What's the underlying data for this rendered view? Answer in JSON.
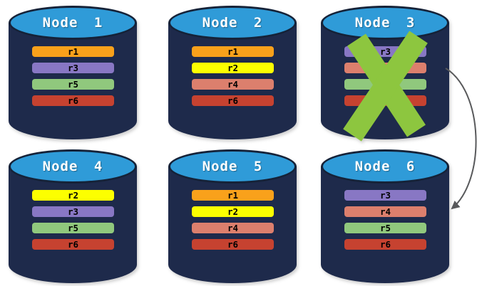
{
  "diagram": {
    "background_color": "#FFFFFF",
    "cylinder_body_color": "#1E2A4B",
    "cylinder_top_color": "#2F9BD8",
    "cylinder_outline_color": "#152238",
    "title_text_color": "#FFFFFF",
    "row_label_color": "#000000"
  },
  "nodes": [
    {
      "title": "Node 1",
      "rows": [
        {
          "label": "r1",
          "color": "#F9A11B"
        },
        {
          "label": "r3",
          "color": "#8877C4"
        },
        {
          "label": "r5",
          "color": "#90C87D"
        },
        {
          "label": "r6",
          "color": "#C64230"
        }
      ]
    },
    {
      "title": "Node 2",
      "rows": [
        {
          "label": "r1",
          "color": "#F9A11B"
        },
        {
          "label": "r2",
          "color": "#FCFF00"
        },
        {
          "label": "r4",
          "color": "#DC7F6D"
        },
        {
          "label": "r6",
          "color": "#C64230"
        }
      ]
    },
    {
      "title": "Node 3",
      "rows": [
        {
          "label": "r3",
          "color": "#8877C4"
        },
        {
          "label": "",
          "color": "#DC7F6D"
        },
        {
          "label": "",
          "color": "#90C87D"
        },
        {
          "label": "",
          "color": "#C64230"
        }
      ]
    },
    {
      "title": "Node 4",
      "rows": [
        {
          "label": "r2",
          "color": "#FCFF00"
        },
        {
          "label": "r3",
          "color": "#8877C4"
        },
        {
          "label": "r5",
          "color": "#90C87D"
        },
        {
          "label": "r6",
          "color": "#C64230"
        }
      ]
    },
    {
      "title": "Node 5",
      "rows": [
        {
          "label": "r1",
          "color": "#F9A11B"
        },
        {
          "label": "r2",
          "color": "#FCFF00"
        },
        {
          "label": "r4",
          "color": "#DC7F6D"
        },
        {
          "label": "r6",
          "color": "#C64230"
        }
      ]
    },
    {
      "title": "Node 6",
      "rows": [
        {
          "label": "r3",
          "color": "#8877C4"
        },
        {
          "label": "r4",
          "color": "#DC7F6D"
        },
        {
          "label": "r5",
          "color": "#90C87D"
        },
        {
          "label": "r6",
          "color": "#C64230"
        }
      ]
    }
  ],
  "failure_mark": {
    "on_node": "Node 3",
    "color": "#8DC63F"
  },
  "arrow": {
    "from": "Node 3",
    "to": "Node 6",
    "color": "#58595B"
  }
}
